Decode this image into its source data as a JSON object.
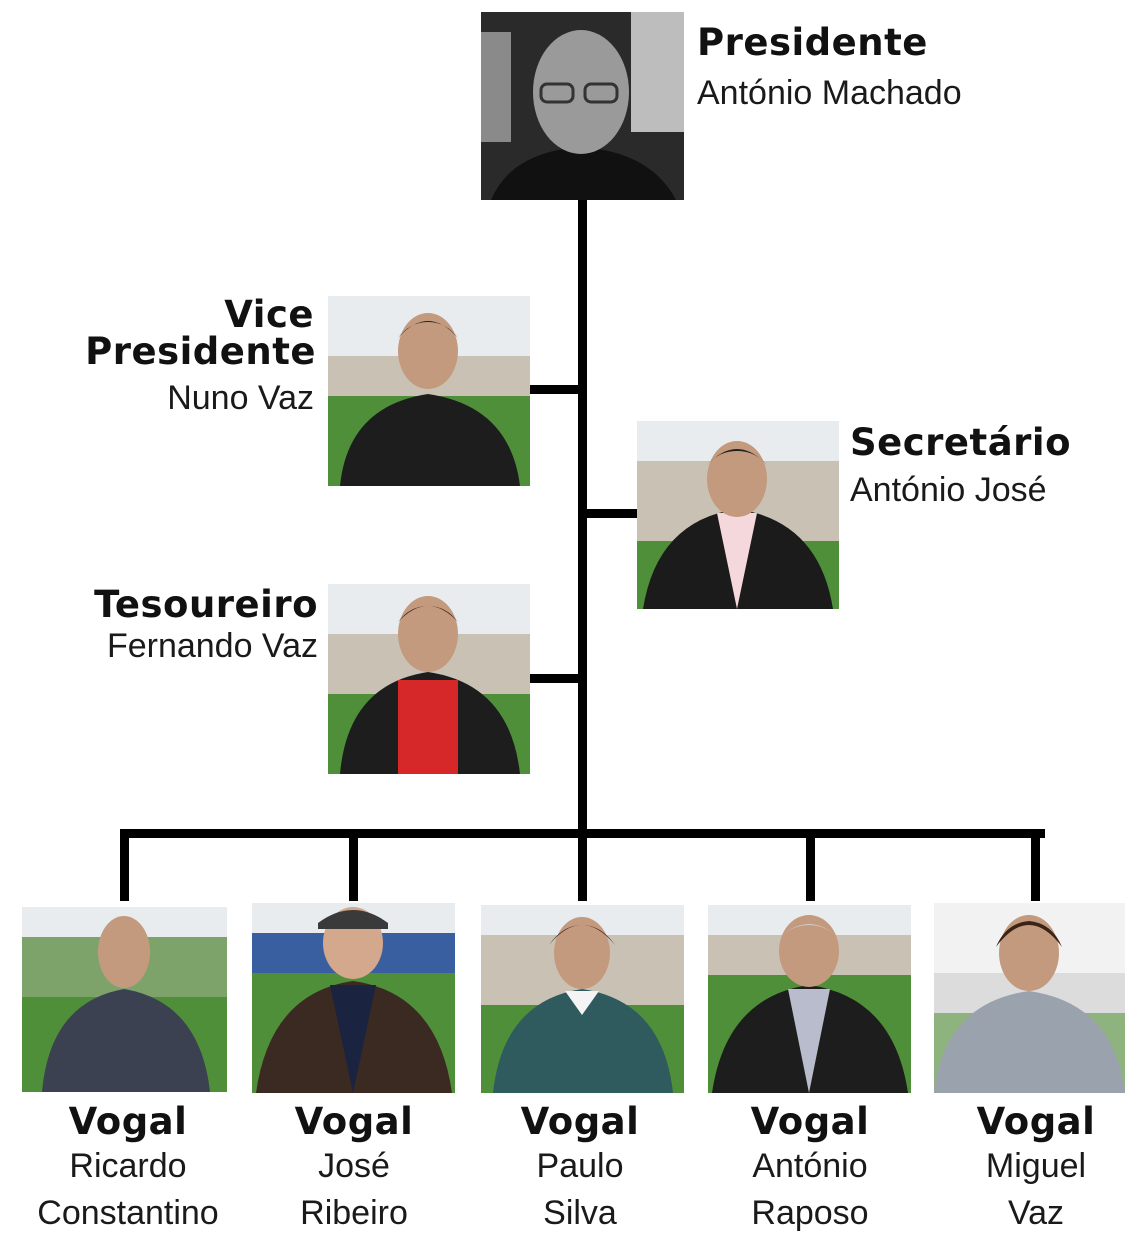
{
  "president": {
    "role": "Presidente",
    "name": "António Machado"
  },
  "vice_president": {
    "role_line1": "Vice",
    "role_line2": "Presidente",
    "name": "Nuno Vaz"
  },
  "secretary": {
    "role": "Secretário",
    "name": "António José"
  },
  "treasurer": {
    "role": "Tesoureiro",
    "name": "Fernando Vaz"
  },
  "vogais": [
    {
      "role": "Vogal",
      "name_line1": "Ricardo",
      "name_line2": "Constantino"
    },
    {
      "role": "Vogal",
      "name_line1": "José",
      "name_line2": "Ribeiro"
    },
    {
      "role": "Vogal",
      "name_line1": "Paulo",
      "name_line2": "Silva"
    },
    {
      "role": "Vogal",
      "name_line1": "António",
      "name_line2": "Raposo"
    },
    {
      "role": "Vogal",
      "name_line1": "Miguel",
      "name_line2": "Vaz"
    }
  ],
  "colors": {
    "lines": "#000000",
    "field_green": "#4f8f3a",
    "sky": "#e8ecef"
  }
}
